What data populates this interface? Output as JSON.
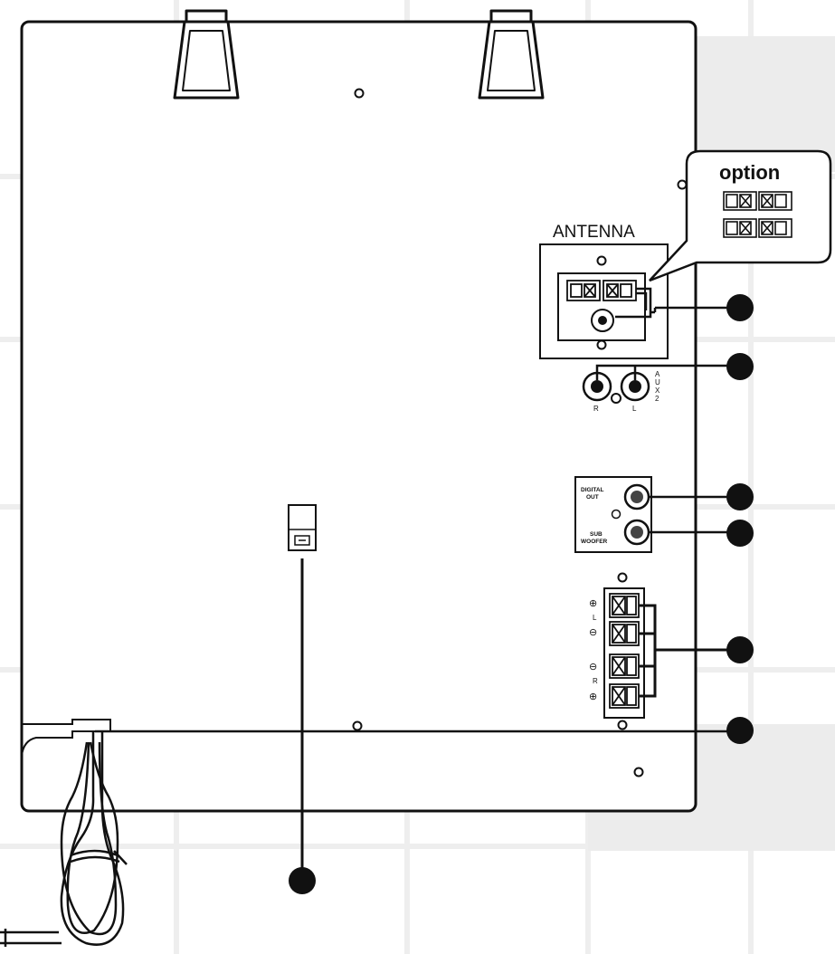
{
  "labels": {
    "antenna": "ANTENNA",
    "option": "option",
    "aux2": [
      "A",
      "U",
      "X",
      "2"
    ],
    "aux_r": "R",
    "aux_l": "L",
    "digital_out": [
      "DIGITAL",
      "OUT"
    ],
    "subwoofer": [
      "SUB",
      "WOOFER"
    ],
    "speaker_left": [
      "⊕",
      "L",
      "⊖"
    ],
    "speaker_right": [
      "⊖",
      "R",
      "⊕"
    ]
  },
  "colors": {
    "line": "#111111",
    "panel": "#ffffff",
    "background_grid": "#eeeeee",
    "background_shade": "#ececec",
    "callout_dot": "#111111"
  }
}
